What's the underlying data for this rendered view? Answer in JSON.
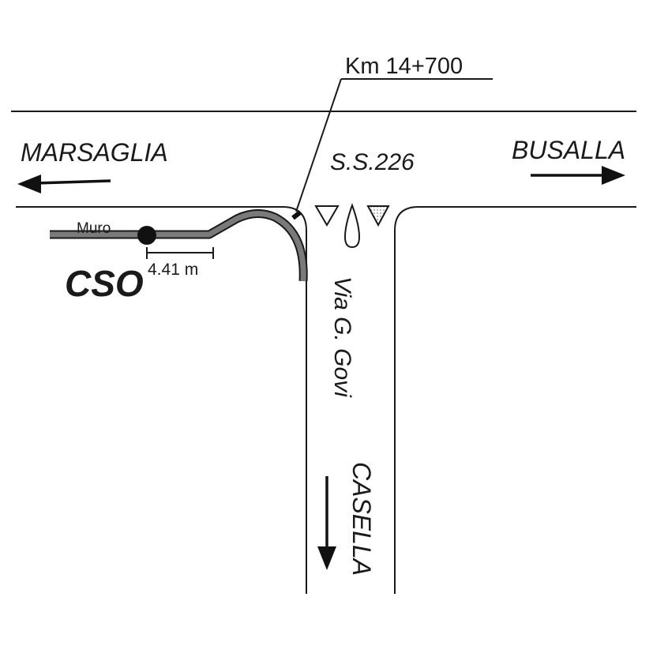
{
  "map": {
    "destinations": {
      "west": "MARSAGLIA",
      "east": "BUSALLA",
      "south": "CASELLA"
    },
    "roads": {
      "main_road": "S.S.226",
      "side_road": "Via G. Govi"
    },
    "kilometer_marker": "Km 14+700",
    "wall_label": "Muro",
    "station_label": "CSO",
    "distance_label": "4.41 m",
    "colors": {
      "ink": "#1a1a1a",
      "wall_fill": "#7a7a7a",
      "background": "#ffffff"
    },
    "icons": [
      "arrow-left-icon",
      "arrow-right-icon",
      "arrow-down-icon",
      "yield-triangle-icon",
      "traffic-island-icon",
      "station-dot-icon"
    ]
  }
}
